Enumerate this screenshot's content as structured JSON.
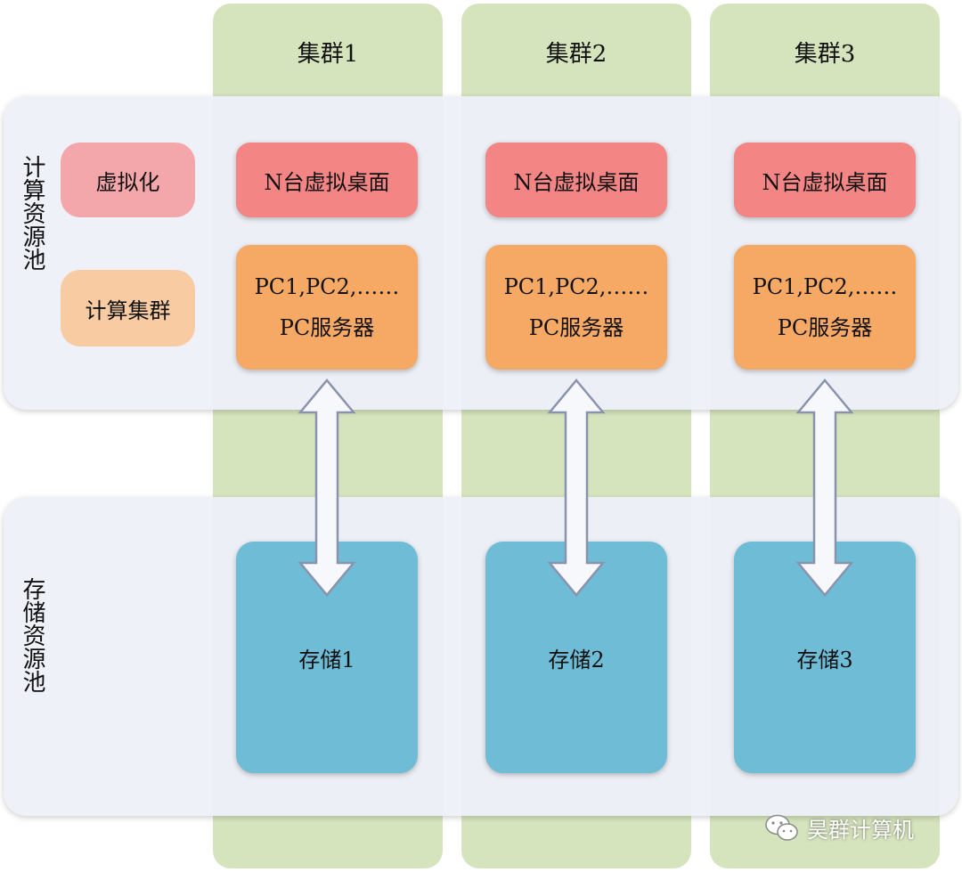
{
  "columns": [
    {
      "title": "集群1",
      "desktop": "N台虚拟桌面",
      "pc_line1": "PC1,PC2,……",
      "pc_line2": "PC服务器",
      "storage": "存储1"
    },
    {
      "title": "集群2",
      "desktop": "N台虚拟桌面",
      "pc_line1": "PC1,PC2,……",
      "pc_line2": "PC服务器",
      "storage": "存储2"
    },
    {
      "title": "集群3",
      "desktop": "N台虚拟桌面",
      "pc_line1": "PC1,PC2,……",
      "pc_line2": "PC服务器",
      "storage": "存储3"
    }
  ],
  "compute_pool": {
    "label": "计算资源池",
    "virtualization": "虚拟化",
    "compute_cluster": "计算集群"
  },
  "storage_pool": {
    "label": "存储资源池"
  },
  "watermark": {
    "icon": "wechat-icon",
    "text": "昊群计算机"
  },
  "colors": {
    "cluster_band": "#d6e4bd",
    "pool_background": "#eef0f9",
    "virtualization": "#f4a7ab",
    "compute_cluster": "#f9cba2",
    "virtual_desktop": "#f48585",
    "pc_servers": "#f6a865",
    "storage": "#6ebcd6"
  }
}
